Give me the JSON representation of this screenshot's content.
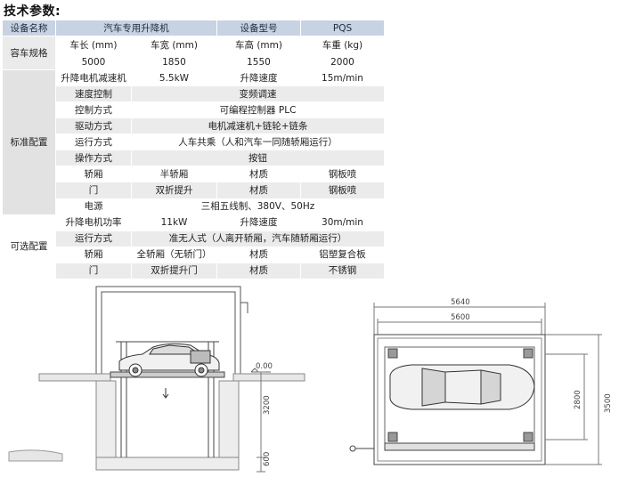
{
  "heading": "技术参数:",
  "table": {
    "header": [
      "设备名称",
      "汽车专用升降机",
      "设备型号",
      "PQS"
    ],
    "car_spec_label": "容车规格",
    "car_spec_head": [
      "车长 (mm)",
      "车宽 (mm)",
      "车高 (mm)",
      "车重 (kg)"
    ],
    "car_spec_vals": [
      "5000",
      "1850",
      "1550",
      "2000"
    ],
    "std_label": "标准配置",
    "std": {
      "motor_label": "升降电机减速机",
      "motor_val": "5.5kW",
      "speed_label": "升降速度",
      "speed_val": "15m/min",
      "speed_ctrl_label": "速度控制",
      "speed_ctrl_val": "变频调速",
      "ctrl_label": "控制方式",
      "ctrl_val": "可编程控制器 PLC",
      "drive_label": "驱动方式",
      "drive_val": "电机减速机+链轮+链条",
      "run_label": "运行方式",
      "run_val": "人车共乘（人和汽车一同随轿厢运行）",
      "op_label": "操作方式",
      "op_val": "按钮",
      "cab_label": "轿厢",
      "cab_val": "半轿厢",
      "cab_mat_label": "材质",
      "cab_mat_val": "钢板喷",
      "door_label": "门",
      "door_val": "双折提升",
      "door_mat_label": "材质",
      "door_mat_val": "钢板喷",
      "power_label": "电源",
      "power_val": "三相五线制、380V、50Hz"
    },
    "opt_label": "可选配置",
    "opt": {
      "motor_label": "升降电机功率",
      "motor_val": "11kW",
      "speed_label": "升降速度",
      "speed_val": "30m/min",
      "run_label": "运行方式",
      "run_val": "准无人式（人离开轿厢，汽车随轿厢运行）",
      "cab_label": "轿厢",
      "cab_val": "全轿厢（无轿门）",
      "cab_mat_label": "材质",
      "cab_mat_val": "铝塑复合板",
      "door_label": "门",
      "door_val": "双折提升门",
      "door_mat_label": "材质",
      "door_mat_val": "不锈钢"
    }
  },
  "drawing": {
    "elevation": {
      "level": "0.00",
      "depth": "3200",
      "pit": "600"
    },
    "plan": {
      "outer_width": "5640",
      "inner_width": "5600",
      "inner_depth": "2800",
      "outer_depth": "3500"
    }
  }
}
